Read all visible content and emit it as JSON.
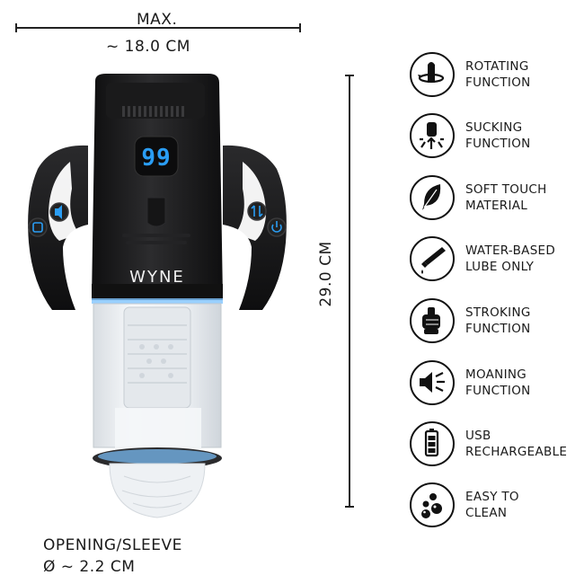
{
  "dimensions": {
    "width_label": "MAX.",
    "width_value": "~ 18.0 CM",
    "height_value": "29.0 CM",
    "opening_label": "OPENING/SLEEVE",
    "opening_value": "Ø ~ 2.2 CM"
  },
  "product": {
    "brand": "WYNE",
    "display_value": "99"
  },
  "features": [
    {
      "icon": "rotating-icon",
      "line1": "ROTATING",
      "line2": "FUNCTION"
    },
    {
      "icon": "sucking-icon",
      "line1": "SUCKING",
      "line2": "FUNCTION"
    },
    {
      "icon": "feather-icon",
      "line1": "SOFT TOUCH",
      "line2": "MATERIAL"
    },
    {
      "icon": "lube-tube-icon",
      "line1": "WATER-BASED",
      "line2": "LUBE ONLY"
    },
    {
      "icon": "fist-icon",
      "line1": "STROKING",
      "line2": "FUNCTION"
    },
    {
      "icon": "speaker-icon",
      "line1": "MOANING",
      "line2": "FUNCTION"
    },
    {
      "icon": "battery-icon",
      "line1": "USB",
      "line2": "RECHARGEABLE"
    },
    {
      "icon": "bubbles-icon",
      "line1": "EASY TO",
      "line2": "CLEAN"
    }
  ],
  "colors": {
    "accent_blue": "#2a9df4",
    "device_black": "#1c1c1e",
    "text": "#1a1a1a"
  }
}
